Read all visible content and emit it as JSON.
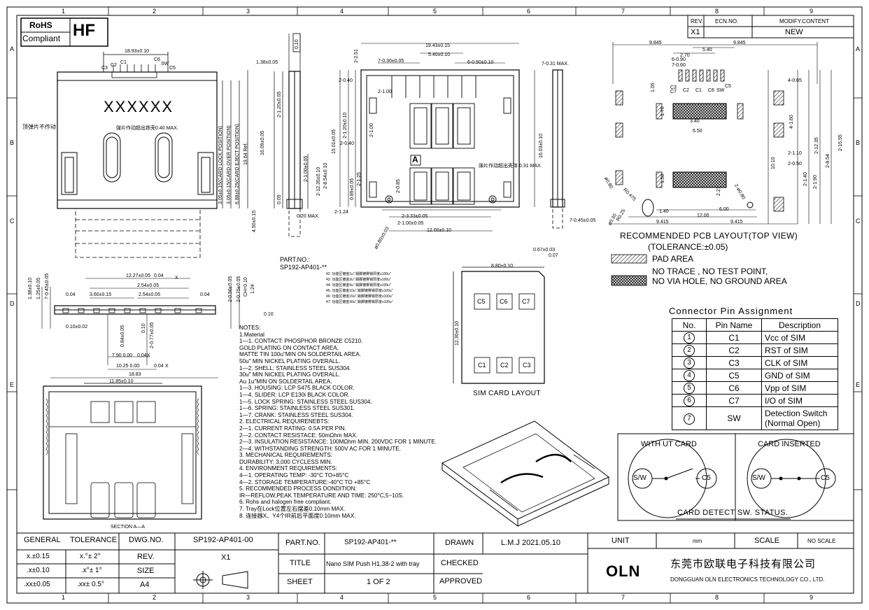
{
  "border": {
    "top_numbers": [
      "1",
      "2",
      "3",
      "4",
      "5",
      "6",
      "7",
      "8",
      "9"
    ],
    "side_letters": [
      "A",
      "B",
      "C",
      "D",
      "E"
    ]
  },
  "badge": {
    "rohs": "RoHS",
    "compliant": "Compliant",
    "hf": "HF"
  },
  "revision_block": {
    "headers": [
      "REV.",
      "ECN.NO.",
      "MODIFY.CONTENT"
    ],
    "row": [
      "X1",
      "",
      "NEW"
    ]
  },
  "front_view": {
    "product_text": "XXXXXX",
    "dims": [
      "18.93±0.10",
      "3.05±0.15(CARD LOCK POSITION)",
      "3.05±0.15(CARD OVER POSITION)",
      "6.88±0.25(CARD EJECT POSITION)",
      "19.64 Ref."
    ],
    "pins": [
      "C3",
      "C2",
      "C1",
      "C6",
      "SW",
      "C5"
    ],
    "note_left": "顶弹片不作动",
    "note_center": "弹片作动超出铁壳0.40 MAX."
  },
  "side_view": {
    "dims": [
      "1.38±0.05",
      "2-1.20±0.05",
      "16.09±0.05",
      "2-1.00±0.05",
      "0.05",
      "0.20 MAX.",
      "4.50±0.15",
      "0.10"
    ]
  },
  "bottom_view": {
    "dims": [
      "19.43±0.15",
      "5.40±0.10",
      "7-0.30±0.05",
      "6-0.90±0.10",
      "2-0.40",
      "2-1.00",
      "2-1.20±0.10",
      "2-1.00",
      "2-0.40",
      "2-12.35±0.10",
      "2-8.54±0.10",
      "15.01±0.05",
      "0.89±0.05",
      "2-1.25",
      "2-0.85",
      "2-1.24",
      "2-3.33±0.05",
      "2-1.00±0.05",
      "12.00±0.10",
      "ø0.80±0.03",
      "2-2.51",
      "A",
      "16.03±0.10"
    ],
    "note": "弹片作动超出壳体 0.31 MAX."
  },
  "right_side": {
    "dims": [
      "7-0.31 MAX."
    ]
  },
  "pcb_layout": {
    "dims": [
      "9.845",
      "5.40",
      "9.845",
      "2.70",
      "6-0.90",
      "7-0.60",
      "1.05",
      "1.70",
      "3.40",
      "6.50",
      "4-0.85",
      "4-1.60",
      "2-15.55",
      "2-12.35",
      "2-8.54",
      "2-1.10",
      "2-0.50",
      "2-1.40",
      "2-1.90",
      "10.10",
      "1.50",
      "2.27",
      "6.00",
      "1.40",
      "12.00",
      "9.415",
      "9.415",
      "7-0.45±0.05",
      "2-ø0.80",
      "ø0.80",
      "R0.475",
      "ø0.30",
      "R0.25"
    ],
    "pins": [
      "C3",
      "C7",
      "C2",
      "C1",
      "C6",
      "C5",
      "SW"
    ],
    "title": "RECOMMENDED PCB LAYOUT(TOP VIEW)",
    "tolerance": "(TOLERANCE:±0.05)",
    "legend_pad": "PAD AREA",
    "legend_no_line1": "NO TRACE , NO TEST POINT,",
    "legend_no_line2": "NO VIA HOLE, NO GROUND AREA"
  },
  "part_list": {
    "label": "PART.NO.:",
    "part": "SP192-AP401-**",
    "items": [
      "42: 功能区镀金1u\",锡脚镀雾锡厚度≥100u\"",
      "43: 功能区镀金3u\",锡脚镀雾锡厚度≥100u\"",
      "44: 功能区镀金5u\",锡脚镀雾锡厚度≥100u\"",
      "45: 功能区镀金10u\",锡脚镀雾锡厚度≥100u\"",
      "46: 功能区镀金15u\",锡脚镀雾锡厚度≥100u\"",
      "47: 功能区镀金30u\",锡脚镀雾锡厚度≥100u\""
    ]
  },
  "sim_card": {
    "dims": [
      "8.80±0.10",
      "0.67±0.03",
      "0.07",
      "12.30±0.10"
    ],
    "contacts_top": [
      "C5",
      "C6",
      "C7"
    ],
    "contacts_bottom": [
      "C1",
      "C2",
      "C3"
    ],
    "title": "SIM CARD LAYOUT"
  },
  "front_section": {
    "dims": [
      "12.27±0.05",
      "0.00",
      "2.54±0.05",
      "0.04",
      "X",
      "3.60±0.15",
      "2.54±0.05",
      "0.04",
      "0.04",
      "1.38±0.10",
      "1.25±0.05",
      "7-0.45±0.05",
      "2-0.56±0.05",
      "2-0.75±0.05",
      "0.10",
      "0.10±0.02",
      "0.04",
      "2-0.77±0.05",
      "7.90 0.00",
      "0.04",
      "X",
      "10.25 0.00",
      "0.04",
      "X",
      "18.83",
      "0.84±0.05",
      "0.10",
      "CH=0.10",
      "1.24"
    ]
  },
  "section": {
    "dims": [
      "11.85±0.10"
    ],
    "label": "SECTION A—A"
  },
  "notes": [
    "NOTES:",
    "1.Material",
    "   1—1. CONTACT: PHOSPHOR BRONZE C5210.",
    "          GOLD PLATING ON CONTACT AREA,",
    "          MATTE TIN 100u\"MIN ON SOLDERTAIL AREA.",
    "          50u\" MIN NICKEL PLATING OVERALL.",
    "   1—2. SHELL: STAINLESS STEEL SUS304.",
    "          30u\" MIN NICKEL PLATING OVERALL.",
    "          Au 1u\"MIN ON SOLDERTAIL AREA.",
    "   1—3. HOUSING: LCP S475 BLACK COLOR.",
    "   1—4. SLIDER: LCP E130i BLACK COLOR.",
    "   1—5. LOCK SPRING: STAINLESS STEEL SUS304.",
    "   1—6. SPRING: STAINLESS STEEL SUS301.",
    "   1—7. CRANK: STAINLESS STEEL SUS304.",
    "2. ELECTRICAL REQUIRENEBTS:",
    "   2—1. CURRENT RATING: 0.5A PER PIN.",
    "   2—2. CONTACT RESISTACE: 50mΩhm MAX.",
    "   2—3. INSULATION RESISTANCE: 100MΩhm MIN. 200VDC FOR 1 MINUTE.",
    "   2—4. WITHSTANDING STRENGTH: 500V AC FOR 1 MINUTE.",
    "3. MECHANICAL REQUIREMENTS:",
    "      DURABILITY: 3,000 CYCLESS MIN.",
    "4. ENVIRONMENT REQUIREMENTS:",
    "   4—1. OPERATING TEMP: -30°C TO+85°C",
    "   4—2. STORAGE TEMPERATURE:-40°C TO +85°C",
    "5. RECOMMENDED PROCESS DONDITION:",
    "      IR—REFLOW,PEAK TEMPERATURE AND TIME: 250°C,5~10S.",
    "6. Rohs and halogen free compliant.",
    "7. Tray在Lock位置左右摆差0.10mm MAX.",
    "8. 连接器X、Y4个IR前后平面度0.10mm MAX."
  ],
  "pin_assignment": {
    "title": "Connector Pin Assignment",
    "headers": [
      "No.",
      "Pin Name",
      "Description"
    ],
    "rows": [
      [
        "1",
        "C1",
        "Vcc of SIM"
      ],
      [
        "2",
        "C2",
        "RST of SIM"
      ],
      [
        "3",
        "C3",
        "CLK of SIM"
      ],
      [
        "4",
        "C5",
        "GND of SIM"
      ],
      [
        "5",
        "C6",
        "Vpp of SIM"
      ],
      [
        "6",
        "C7",
        "I/O of SIM"
      ],
      [
        "7",
        "SW",
        "Detection Switch",
        "(Normal Open)"
      ]
    ]
  },
  "switch_status": {
    "with_ut": "WITH UT CARD",
    "inserted": "CARD INSERTED",
    "sw": "S/W",
    "c5": "C5",
    "footer": "CARD DETECT SW. STATUS."
  },
  "title_block": {
    "general": "GENERAL",
    "tolerance": "TOLERANCE",
    "tol1_a": "x.±0.15",
    "tol1_b": "x.°± 2°",
    "tol2_a": ".x±0.10",
    "tol2_b": ".x°± 1°",
    "tol3_a": ".xx±0.05",
    "tol3_b": ".xx± 0.5°",
    "dwg_label": "DWG.NO.",
    "dwg": "SP192-AP401-00",
    "rev_label": "REV.",
    "rev": "X1",
    "size_label": "SIZE",
    "size": "A4",
    "part_label": "PART.NO.",
    "part": "SP192-AP401-**",
    "title_label": "TITLE",
    "title": "Nano SIM Push H1.38-2 with tray",
    "sheet_label": "SHEET",
    "sheet": "1 OF 2",
    "drawn_label": "DRAWN",
    "drawn": "L.M.J 2021.05.10",
    "checked_label": "CHECKED",
    "approved_label": "APPROVED",
    "unit_label": "UNIT",
    "unit": "mm",
    "scale_label": "SCALE",
    "scale": "NO SCALE",
    "logo": "OLN",
    "company_cn": "东莞市欧联电子科技有限公司",
    "company_en": "DONGGUAN OLN ELECTRONICS TECHNOLOGY CO., LTD."
  }
}
